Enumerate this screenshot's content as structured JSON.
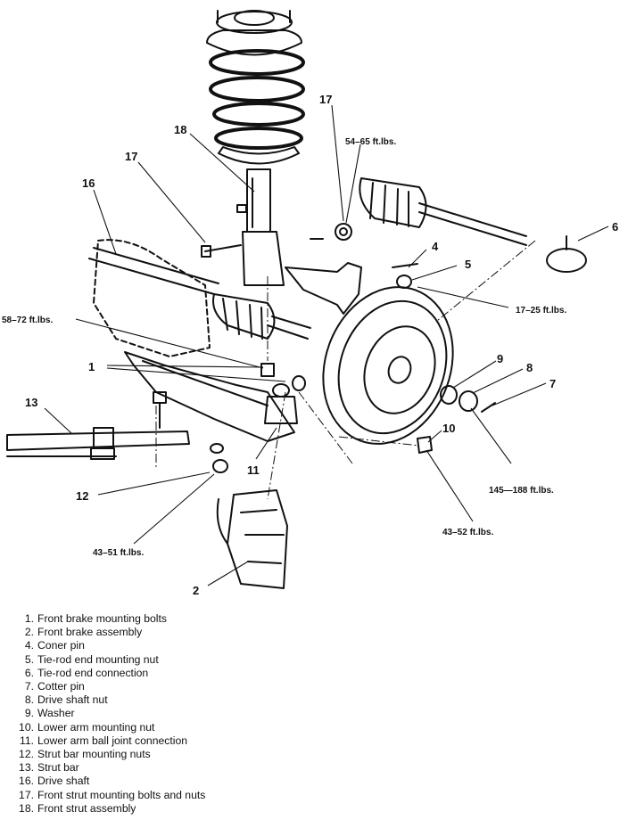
{
  "callouts": {
    "c1": "1",
    "c2": "2",
    "c4": "4",
    "c5": "5",
    "c6": "6",
    "c7": "7",
    "c8": "8",
    "c9": "9",
    "c10": "10",
    "c11": "11",
    "c12": "12",
    "c13": "13",
    "c16": "16",
    "c17a": "17",
    "c17b": "17",
    "c18": "18"
  },
  "torques": {
    "t_54_65": "54–65 ft.lbs.",
    "t_58_72": "58–72 ft.lbs.",
    "t_17_25": "17–25 ft.lbs.",
    "t_145_188": "145—188 ft.lbs.",
    "t_43_52": "43–52 ft.lbs.",
    "t_43_51": "43–51 ft.lbs."
  },
  "legend": [
    {
      "num": "1.",
      "text": "Front brake mounting bolts"
    },
    {
      "num": "2.",
      "text": "Front brake assembly"
    },
    {
      "num": "4.",
      "text": "Coner pin"
    },
    {
      "num": "5.",
      "text": "Tie-rod end mounting nut"
    },
    {
      "num": "6.",
      "text": "Tie-rod end connection"
    },
    {
      "num": "7.",
      "text": "Cotter pin"
    },
    {
      "num": "8.",
      "text": "Drive shaft nut"
    },
    {
      "num": "9.",
      "text": "Washer"
    },
    {
      "num": "10.",
      "text": "Lower arm mounting nut"
    },
    {
      "num": "11.",
      "text": "Lower arm ball joint connection"
    },
    {
      "num": "12.",
      "text": "Strut bar mounting nuts"
    },
    {
      "num": "13.",
      "text": "Strut bar"
    },
    {
      "num": "16.",
      "text": "Drive shaft"
    },
    {
      "num": "17.",
      "text": "Front strut mounting bolts and nuts"
    },
    {
      "num": "18.",
      "text": "Front strut assembly"
    }
  ]
}
